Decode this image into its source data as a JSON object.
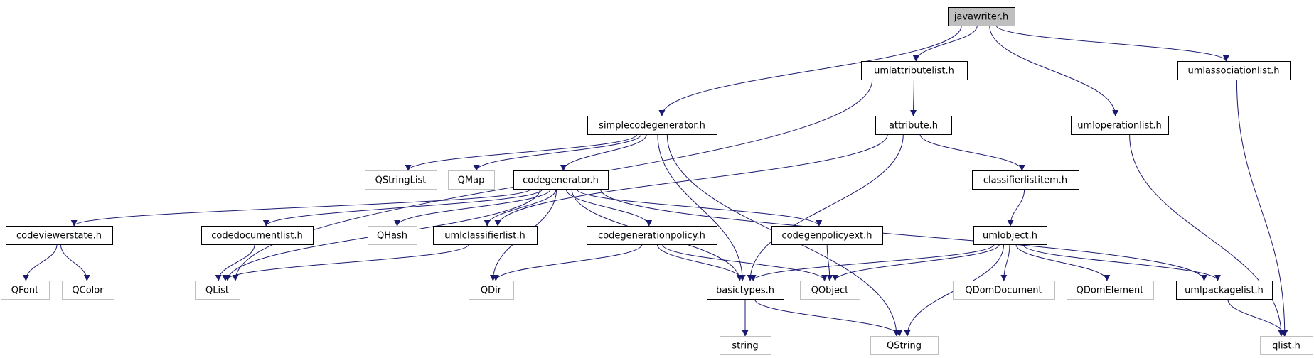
{
  "colors": {
    "edge": "#191970",
    "internal_border": "#000000",
    "external_border": "#bfbfbf",
    "root_fill": "#bfbfbf",
    "node_fill": "#ffffff"
  },
  "nodes": [
    {
      "id": "javawriter",
      "label": "javawriter.h",
      "kind": "root"
    },
    {
      "id": "umlattributelist",
      "label": "umlattributelist.h",
      "kind": "internal"
    },
    {
      "id": "umlassociationlist",
      "label": "umlassociationlist.h",
      "kind": "internal"
    },
    {
      "id": "simplecodegenerator",
      "label": "simplecodegenerator.h",
      "kind": "internal"
    },
    {
      "id": "attribute",
      "label": "attribute.h",
      "kind": "internal"
    },
    {
      "id": "umloperationlist",
      "label": "umloperationlist.h",
      "kind": "internal"
    },
    {
      "id": "qstringlist",
      "label": "QStringList",
      "kind": "external"
    },
    {
      "id": "qmap",
      "label": "QMap",
      "kind": "external"
    },
    {
      "id": "codegenerator",
      "label": "codegenerator.h",
      "kind": "internal"
    },
    {
      "id": "classifierlistitem",
      "label": "classifierlistitem.h",
      "kind": "internal"
    },
    {
      "id": "codeviewerstate",
      "label": "codeviewerstate.h",
      "kind": "internal"
    },
    {
      "id": "codedocumentlist",
      "label": "codedocumentlist.h",
      "kind": "internal"
    },
    {
      "id": "qhash",
      "label": "QHash",
      "kind": "external"
    },
    {
      "id": "umlclassifierlist",
      "label": "umlclassifierlist.h",
      "kind": "internal"
    },
    {
      "id": "codegenerationpolicy",
      "label": "codegenerationpolicy.h",
      "kind": "internal"
    },
    {
      "id": "codegenpolicyext",
      "label": "codegenpolicyext.h",
      "kind": "internal"
    },
    {
      "id": "umlobject",
      "label": "umlobject.h",
      "kind": "internal"
    },
    {
      "id": "qfont",
      "label": "QFont",
      "kind": "external"
    },
    {
      "id": "qcolor",
      "label": "QColor",
      "kind": "external"
    },
    {
      "id": "qlist",
      "label": "QList",
      "kind": "external"
    },
    {
      "id": "qdir",
      "label": "QDir",
      "kind": "external"
    },
    {
      "id": "basictypes",
      "label": "basictypes.h",
      "kind": "internal"
    },
    {
      "id": "qobject",
      "label": "QObject",
      "kind": "external"
    },
    {
      "id": "qdomdocument",
      "label": "QDomDocument",
      "kind": "external"
    },
    {
      "id": "qdomelement",
      "label": "QDomElement",
      "kind": "external"
    },
    {
      "id": "umlpackagelist",
      "label": "umlpackagelist.h",
      "kind": "internal"
    },
    {
      "id": "string",
      "label": "string",
      "kind": "external"
    },
    {
      "id": "qstring",
      "label": "QString",
      "kind": "external"
    },
    {
      "id": "qlisth",
      "label": "qlist.h",
      "kind": "external"
    }
  ],
  "edges": [
    [
      "javawriter",
      "umlattributelist"
    ],
    [
      "javawriter",
      "umlassociationlist"
    ],
    [
      "javawriter",
      "simplecodegenerator"
    ],
    [
      "javawriter",
      "umloperationlist"
    ],
    [
      "umlattributelist",
      "attribute"
    ],
    [
      "umlattributelist",
      "qlist"
    ],
    [
      "umlassociationlist",
      "qlisth"
    ],
    [
      "umloperationlist",
      "qlisth"
    ],
    [
      "simplecodegenerator",
      "qstringlist"
    ],
    [
      "simplecodegenerator",
      "qmap"
    ],
    [
      "simplecodegenerator",
      "codegenerator"
    ],
    [
      "simplecodegenerator",
      "basictypes"
    ],
    [
      "simplecodegenerator",
      "qstring"
    ],
    [
      "attribute",
      "classifierlistitem"
    ],
    [
      "attribute",
      "umlclassifierlist"
    ],
    [
      "attribute",
      "basictypes"
    ],
    [
      "classifierlistitem",
      "umlobject"
    ],
    [
      "codegenerator",
      "codeviewerstate"
    ],
    [
      "codegenerator",
      "codedocumentlist"
    ],
    [
      "codegenerator",
      "qhash"
    ],
    [
      "codegenerator",
      "umlclassifierlist"
    ],
    [
      "codegenerator",
      "codegenerationpolicy"
    ],
    [
      "codegenerator",
      "codegenpolicyext"
    ],
    [
      "codegenerator",
      "qlist"
    ],
    [
      "codegenerator",
      "qdir"
    ],
    [
      "codegenerator",
      "basictypes"
    ],
    [
      "codegenerator",
      "umlpackagelist"
    ],
    [
      "codeviewerstate",
      "qfont"
    ],
    [
      "codeviewerstate",
      "qcolor"
    ],
    [
      "codedocumentlist",
      "qlist"
    ],
    [
      "umlclassifierlist",
      "qlist"
    ],
    [
      "codegenerationpolicy",
      "qdir"
    ],
    [
      "codegenerationpolicy",
      "basictypes"
    ],
    [
      "codegenerationpolicy",
      "qobject"
    ],
    [
      "codegenpolicyext",
      "qobject"
    ],
    [
      "umlobject",
      "basictypes"
    ],
    [
      "umlobject",
      "qobject"
    ],
    [
      "umlobject",
      "qstring"
    ],
    [
      "umlobject",
      "qdomdocument"
    ],
    [
      "umlobject",
      "qdomelement"
    ],
    [
      "umlobject",
      "umlpackagelist"
    ],
    [
      "basictypes",
      "string"
    ],
    [
      "basictypes",
      "qstring"
    ],
    [
      "umlpackagelist",
      "qlisth"
    ]
  ]
}
